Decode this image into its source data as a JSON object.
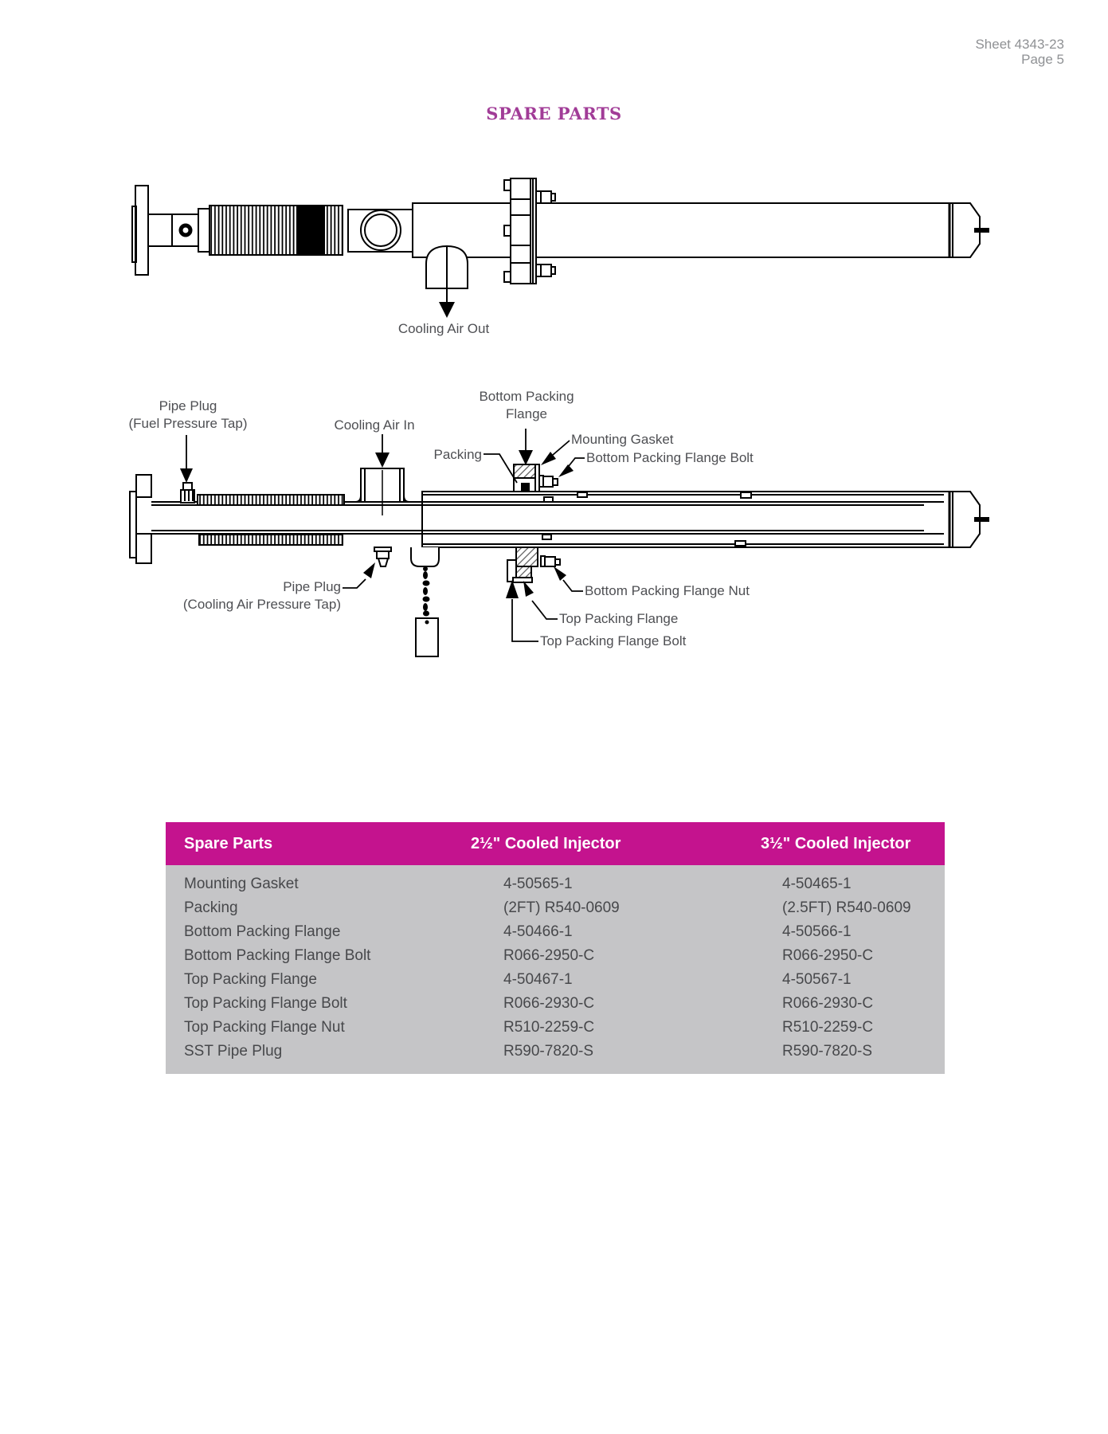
{
  "header": {
    "sheet": "Sheet 4343-23",
    "page": "Page 5"
  },
  "title": "SPARE PARTS",
  "colors": {
    "brand_magenta": "#c4138e",
    "title_purple": "#a13c97",
    "table_gray": "#c5c5c7",
    "label_gray": "#4e4f53",
    "header_gray": "#8f9194"
  },
  "diagram_top": {
    "cooling_air_out": "Cooling Air Out"
  },
  "diagram_bottom": {
    "pipe_plug_fuel_line1": "Pipe Plug",
    "pipe_plug_fuel_line2": "(Fuel Pressure Tap)",
    "cooling_air_in": "Cooling Air In",
    "bottom_packing_flange_line1": "Bottom Packing",
    "bottom_packing_flange_line2": "Flange",
    "packing": "Packing",
    "mounting_gasket": "Mounting Gasket",
    "bottom_packing_flange_bolt": "Bottom Packing Flange Bolt",
    "pipe_plug_cooling_line1": "Pipe Plug",
    "pipe_plug_cooling_line2": "(Cooling Air Pressure Tap)",
    "bottom_packing_flange_nut": "Bottom Packing Flange Nut",
    "top_packing_flange": "Top Packing Flange",
    "top_packing_flange_bolt": "Top Packing Flange Bolt"
  },
  "table": {
    "col_headers": [
      "Spare Parts",
      "2½\" Cooled Injector",
      "3½\" Cooled Injector"
    ],
    "rows": [
      {
        "part": "Mounting Gasket",
        "small": "4-50565-1",
        "large": "4-50465-1"
      },
      {
        "part": "Packing",
        "small": "(2FT) R540-0609",
        "large": "(2.5FT) R540-0609"
      },
      {
        "part": "Bottom Packing Flange",
        "small": "4-50466-1",
        "large": "4-50566-1"
      },
      {
        "part": "Bottom Packing Flange Bolt",
        "small": "R066-2950-C",
        "large": "R066-2950-C"
      },
      {
        "part": "Top Packing Flange",
        "small": "4-50467-1",
        "large": "4-50567-1"
      },
      {
        "part": "Top Packing Flange Bolt",
        "small": "R066-2930-C",
        "large": "R066-2930-C"
      },
      {
        "part": "Top Packing Flange Nut",
        "small": "R510-2259-C",
        "large": "R510-2259-C"
      },
      {
        "part": "SST Pipe Plug",
        "small": "R590-7820-S",
        "large": "R590-7820-S"
      }
    ]
  }
}
